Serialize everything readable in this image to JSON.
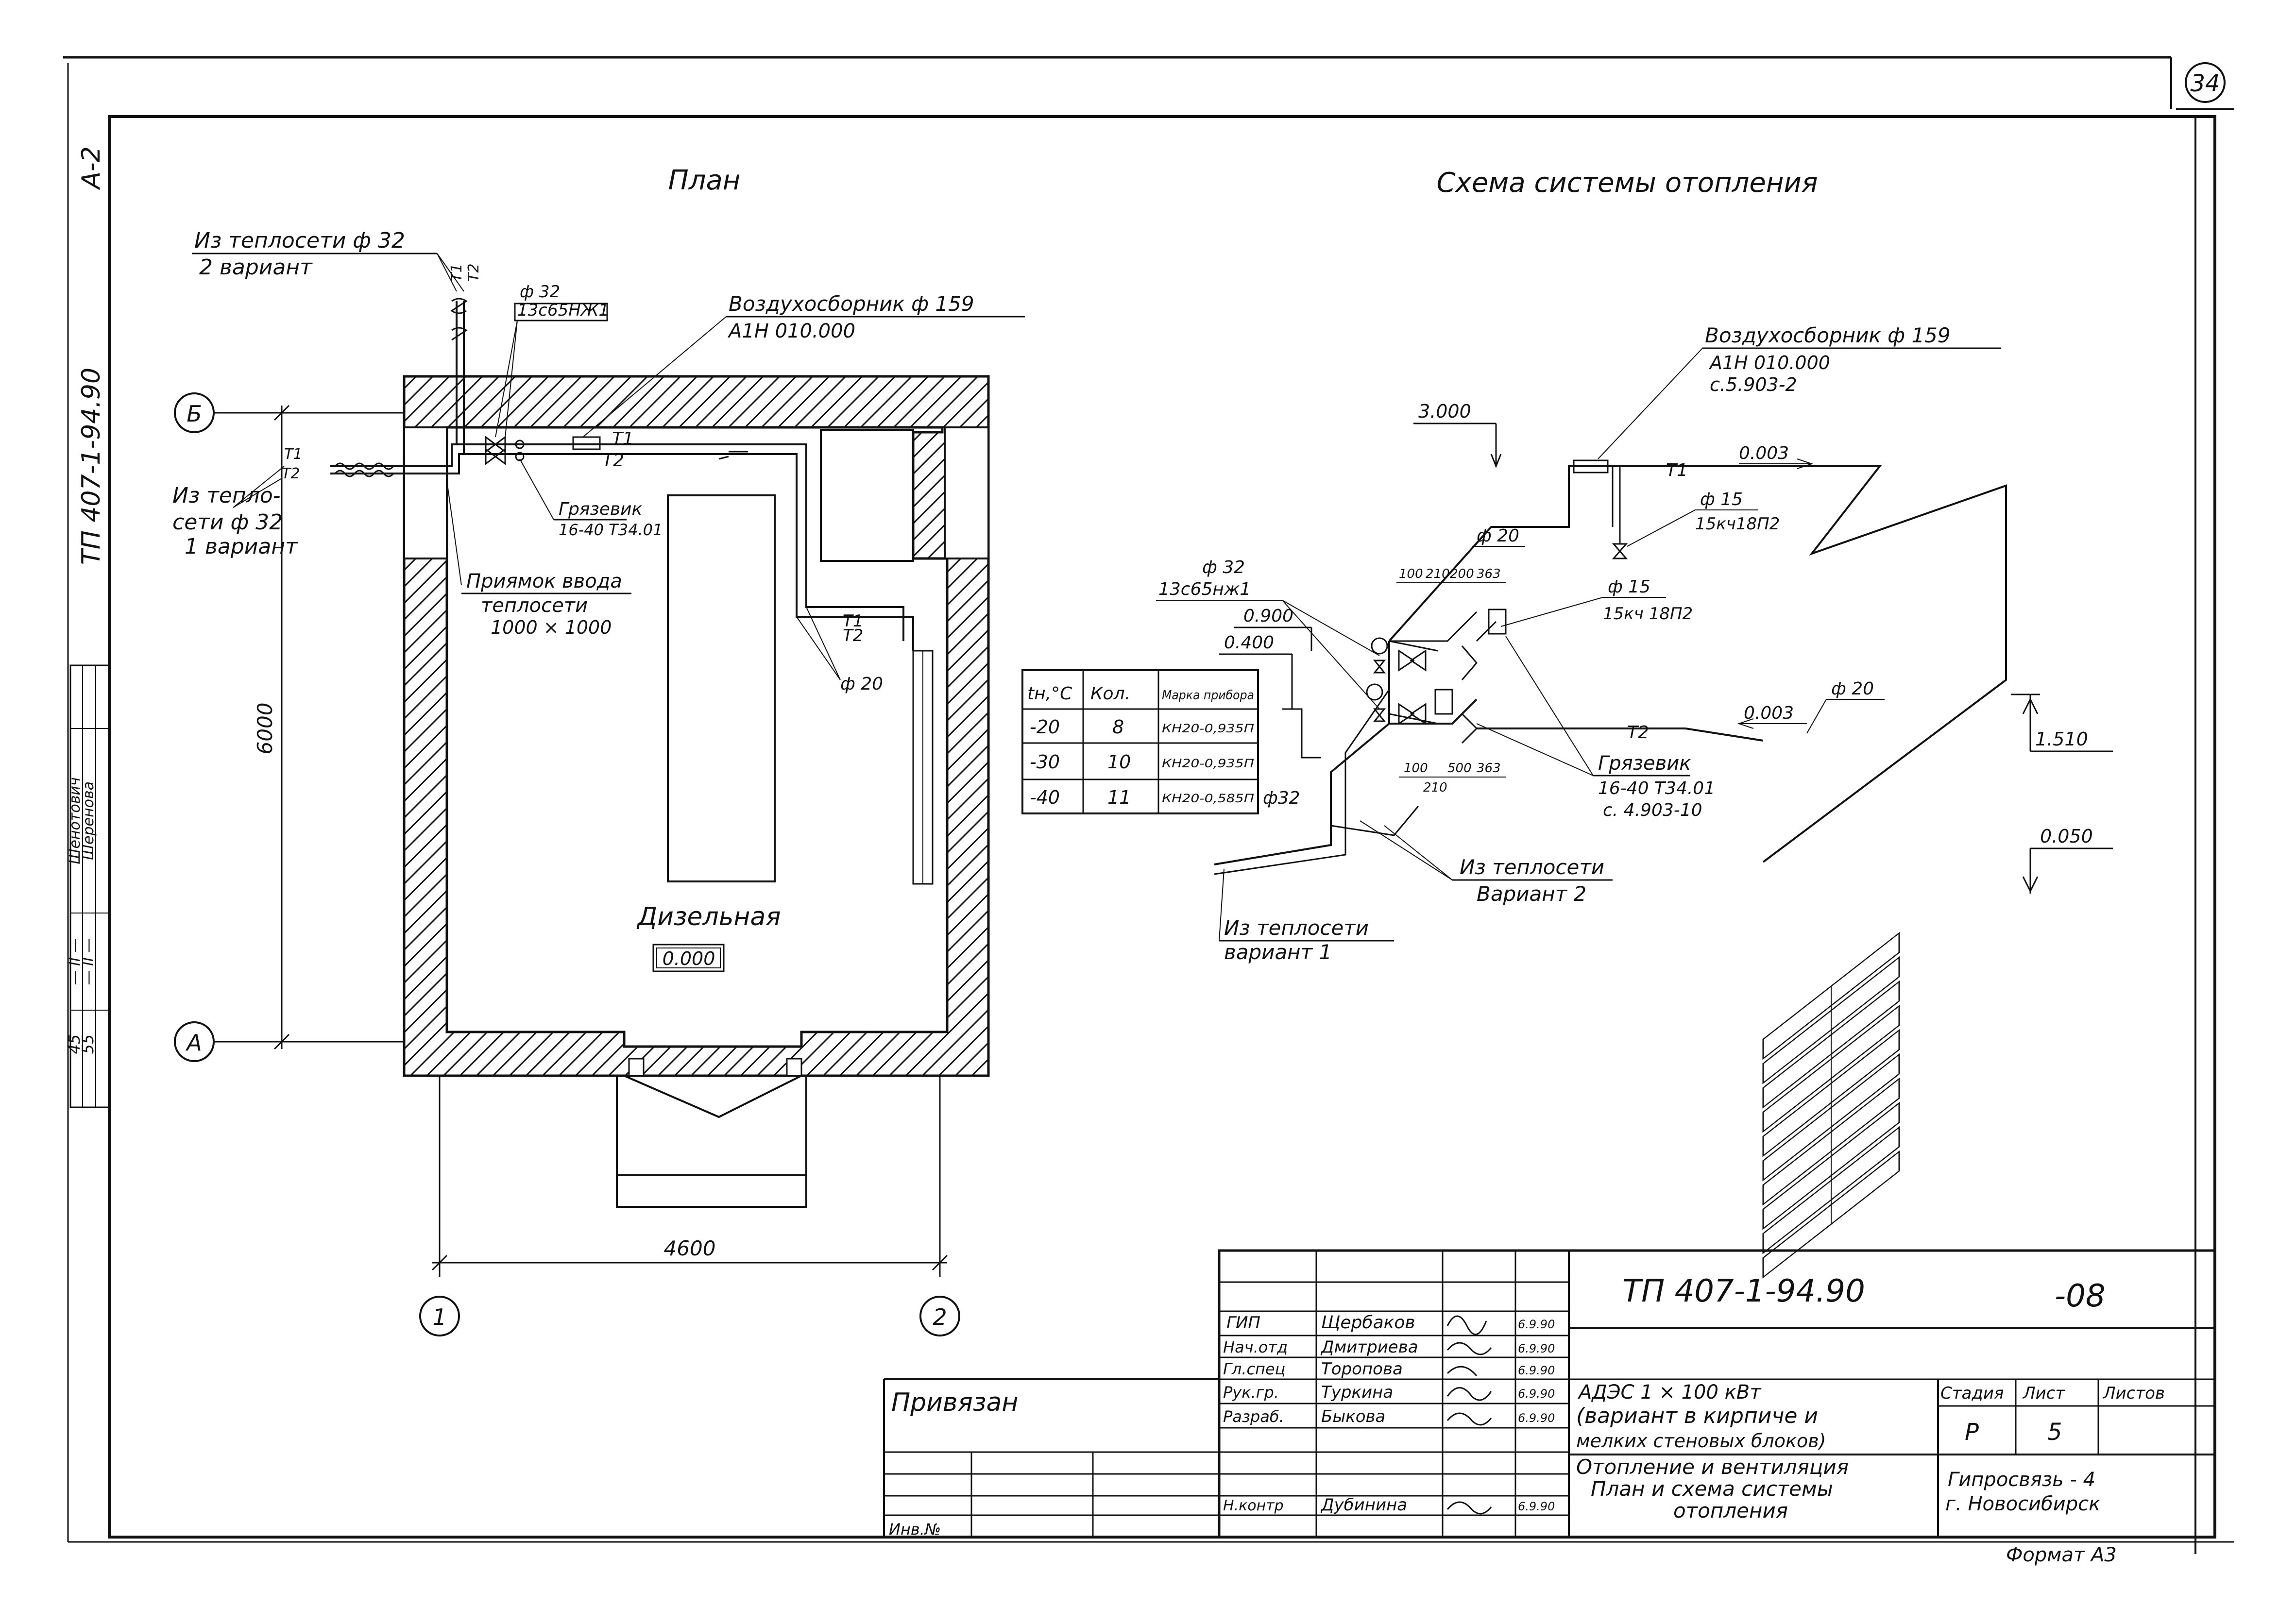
{
  "sheet_number": "34",
  "margin_code": "А-2",
  "margin_doc": "ТП 407-1-94.90",
  "margin_stamp": {
    "rows": [
      "45",
      "55"
    ],
    "dash": [
      "— II —",
      "— II —"
    ],
    "names": [
      "Шенотович",
      "Шеренова"
    ]
  },
  "plan": {
    "title": "План",
    "room_name": "Дизельная",
    "room_level": "0.000",
    "axis_b": "Б",
    "axis_a": "А",
    "axis_1": "1",
    "axis_2": "2",
    "dim_height": "6000",
    "dim_width": "4600",
    "from_heat_v2": [
      "Из теплосети ф 32",
      "2 вариант"
    ],
    "from_heat_v1": [
      "Из тепло-",
      "сети ф 32",
      "1 вариант"
    ],
    "valve_note": [
      "ф 32",
      "13с65НЖ1"
    ],
    "air_collector": [
      "Воздухосборник ф 159",
      "А1Н 010.000"
    ],
    "mud_trap": [
      "Грязевик",
      "16-40 Т34.01"
    ],
    "pit": [
      "Приямок ввода",
      "теплосети",
      "1000 × 1000"
    ],
    "t1": "Т1",
    "t2": "Т2",
    "phi20": "ф 20"
  },
  "scheme": {
    "title": "Схема системы отопления",
    "air_collector": [
      "Воздухосборник ф 159",
      "А1Н 010.000",
      "с.5.903-2"
    ],
    "level_3000": "3.000",
    "level_0900": "0.900",
    "level_0400": "0.400",
    "level_1510": "1.510",
    "level_0050": "0.050",
    "slope_top": "0.003",
    "slope_bottom": "0.003",
    "phi20_riser": "ф 20",
    "phi20_return": "ф 20",
    "phi15_top": [
      "ф 15",
      "15кч18П2"
    ],
    "phi15_mid": [
      "ф 15",
      "15кч 18П2"
    ],
    "phi32_valve": [
      "ф 32",
      "13с65нж1"
    ],
    "phi32_pipe": "ф32",
    "dims_top": [
      "100",
      "210",
      "200",
      "363"
    ],
    "dims_bottom": [
      "100",
      "210",
      "500",
      "363"
    ],
    "mud_trap": [
      "Грязевик",
      "16-40 Т34.01",
      "с. 4.903-10"
    ],
    "from_heat_v2": [
      "Из теплосети",
      "Вариант 2"
    ],
    "from_heat_v1": [
      "Из теплосети",
      "вариант 1"
    ],
    "t1": "Т1",
    "t2": "Т2"
  },
  "device_table": {
    "headers": [
      "tн,°С",
      "Кол.",
      "Марка прибора"
    ],
    "rows": [
      [
        "-20",
        "8",
        "КН20-0,935П"
      ],
      [
        "-30",
        "10",
        "КН20-0,935П"
      ],
      [
        "-40",
        "11",
        "КН20-0,585П"
      ]
    ]
  },
  "title_block": {
    "doc_code": "ТП 407-1-94.90",
    "doc_suffix": "-08",
    "privyazan": "Привязан",
    "inv": "Инв.№",
    "signers": [
      {
        "role": "ГИП",
        "name": "Щербаков",
        "date": "6.9.90"
      },
      {
        "role": "Нач.отд",
        "name": "Дмитриева",
        "date": "6.9.90"
      },
      {
        "role": "Гл.спец",
        "name": "Торопова",
        "date": "6.9.90"
      },
      {
        "role": "Рук.гр.",
        "name": "Туркина",
        "date": "6.9.90"
      },
      {
        "role": "Разраб.",
        "name": "Быкова",
        "date": "6.9.90"
      },
      {
        "role": "",
        "name": "",
        "date": ""
      },
      {
        "role": "Н.контр",
        "name": "Дубинина",
        "date": "6.9.90"
      }
    ],
    "object": [
      "АДЭС 1 × 100 кВт",
      "(вариант в кирпиче и",
      "мелких стеновых блоков)"
    ],
    "sheet_title": [
      "Отопление и вентиляция",
      "План и схема системы",
      "отопления"
    ],
    "stage_header": "Стадия",
    "sheet_header": "Лист",
    "sheets_header": "Листов",
    "stage_value": "Р",
    "sheet_value": "5",
    "organization": [
      "Гипросвязь - 4",
      "г. Новосибирск"
    ],
    "format": "Формат А3"
  }
}
